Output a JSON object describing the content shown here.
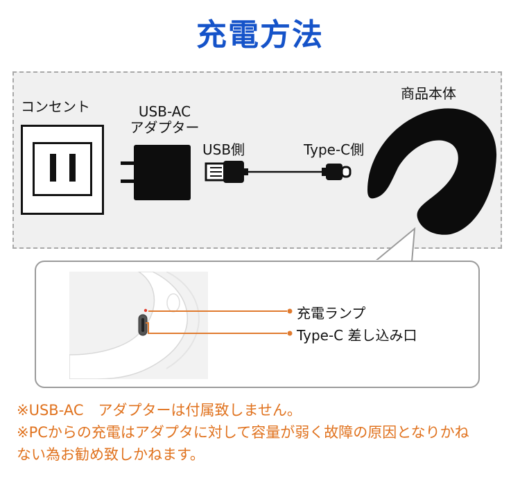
{
  "title": "充電方法",
  "diagram": {
    "outlet_label": "コンセント",
    "adapter_label_line1": "USB-AC",
    "adapter_label_line2": "アダプター",
    "usb_side_label": "USB側",
    "typec_side_label": "Type-C側",
    "device_label": "商品本体"
  },
  "zoom": {
    "lamp_label": "充電ランプ",
    "port_label": "Type-C 差し込み口"
  },
  "notes": {
    "line1": "※USB-AC　アダプターは付属致しません。",
    "line2": "※PCからの充電はアダプタに対して容量が弱く故障の原因となりかね",
    "line3": "ない為お勧め致しかねます。"
  },
  "colors": {
    "title": "#1553c9",
    "note": "#e0721e",
    "callout_line": "#e07a2e",
    "lamp": "#e23b2c"
  }
}
